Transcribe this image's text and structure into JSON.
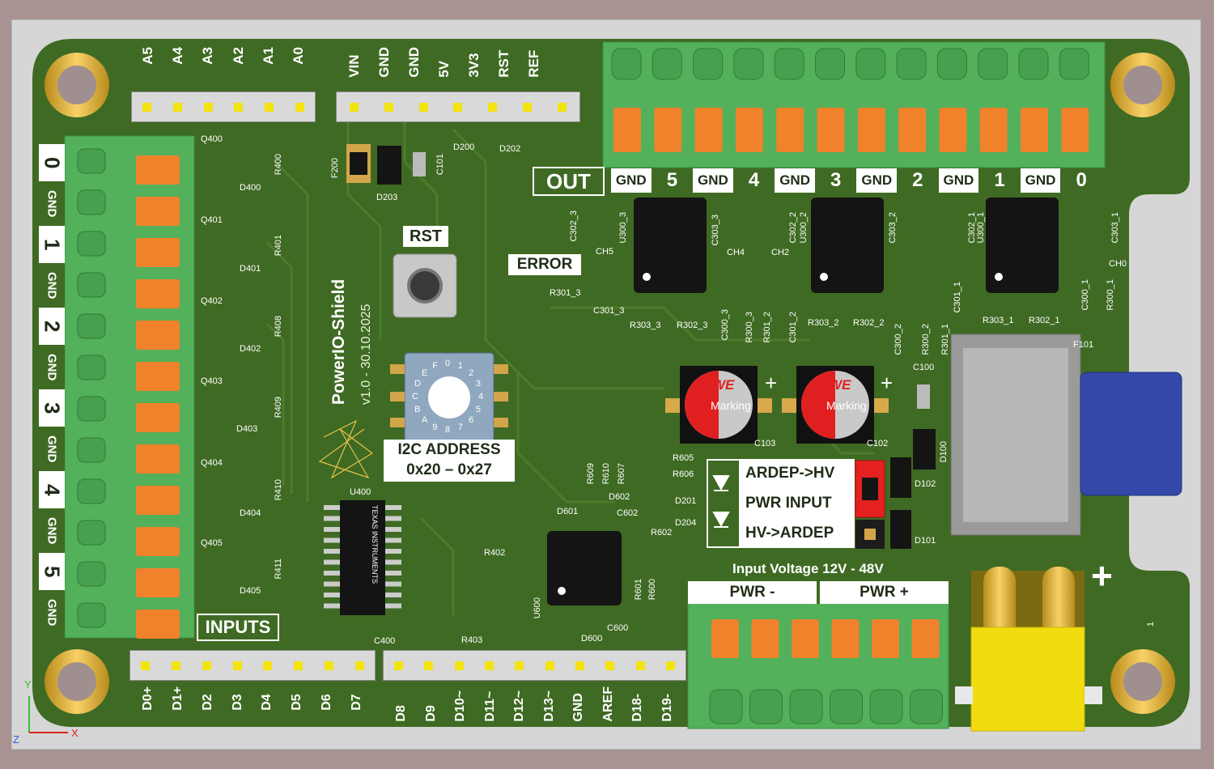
{
  "board": {
    "title": "PowerIO-Shield",
    "version": "v1.0 - 30.10.2025",
    "colors": {
      "pcb": "#3f6a23",
      "silk": "#ffffff",
      "terminal": "#52b15a",
      "lever": "#f0822b",
      "pin": "#f3e30f",
      "frame": "#a89292"
    }
  },
  "analog_header": [
    "A5",
    "A4",
    "A3",
    "A2",
    "A1",
    "A0"
  ],
  "power_header": [
    "VIN",
    "GND",
    "GND",
    "5V",
    "3V3",
    "RST",
    "REF"
  ],
  "digital_header_left": [
    "D0+",
    "D1+",
    "D2",
    "D3",
    "D4",
    "D5",
    "D6",
    "D7"
  ],
  "digital_header_right": [
    "D8",
    "D9",
    "D10~",
    "D11~",
    "D12~",
    "D13~",
    "GND",
    "AREF",
    "D18-",
    "D19-"
  ],
  "inputs": {
    "title": "INPUTS",
    "labels": [
      "0",
      "GND",
      "1",
      "GND",
      "2",
      "GND",
      "3",
      "GND",
      "4",
      "GND",
      "5",
      "GND"
    ]
  },
  "outputs": {
    "title": "OUT",
    "labels": [
      "GND",
      "5",
      "GND",
      "4",
      "GND",
      "3",
      "GND",
      "2",
      "GND",
      "1",
      "GND",
      "0"
    ]
  },
  "rst_label": "RST",
  "error_label": "ERROR",
  "i2c": {
    "title": "I2C ADDRESS",
    "range": "0x20 – 0x27",
    "dial": [
      "0",
      "1",
      "2",
      "3",
      "4",
      "5",
      "6",
      "7",
      "8",
      "9",
      "A",
      "B",
      "C",
      "D",
      "E",
      "F"
    ]
  },
  "jumper": {
    "labels": [
      "ARDEP->HV",
      "PWR INPUT",
      "HV->ARDEP"
    ]
  },
  "power": {
    "input_voltage": "Input Voltage 12V - 48V",
    "minus": "PWR -",
    "plus": "PWR +",
    "plus_sign": "+"
  },
  "cap_marking": "Marking",
  "cap_brand": "WE",
  "ti_text": "TEXAS INSTRUMENTS",
  "axes": {
    "x": "X",
    "y": "Y",
    "z": "Z"
  },
  "refs": {
    "q": [
      "Q400",
      "Q401",
      "Q402",
      "Q403",
      "Q404",
      "Q405"
    ],
    "d": [
      "D400",
      "D401",
      "D402",
      "D403",
      "D404",
      "D405"
    ],
    "r": [
      "R400",
      "R401",
      "R408",
      "R409",
      "R410",
      "R411"
    ],
    "misc": [
      "F200",
      "D203",
      "C101",
      "D200",
      "D202",
      "C302_3",
      "U300_3",
      "CH5",
      "R301_3",
      "C301_3",
      "R303_3",
      "R302_3",
      "C303_3",
      "CH4",
      "C300_3",
      "R300_3",
      "R301_2",
      "CH2",
      "C302_2",
      "U300_2",
      "C301_2",
      "R303_2",
      "R302_2",
      "C303_2",
      "C302_1",
      "U300_1",
      "C300_2",
      "R300_2",
      "R301_1",
      "C301_1",
      "R303_1",
      "R302_1",
      "C300_1",
      "R300_1",
      "C303_1",
      "CH0",
      "F101",
      "C100",
      "C103",
      "C102",
      "D100",
      "D102",
      "D101",
      "U400",
      "C400",
      "R402",
      "R403",
      "U600",
      "D601",
      "R609",
      "R610",
      "R607",
      "D602",
      "R605",
      "R606",
      "D201",
      "C602",
      "D204",
      "R602",
      "R601",
      "R600",
      "D600",
      "C600",
      "1"
    ]
  }
}
